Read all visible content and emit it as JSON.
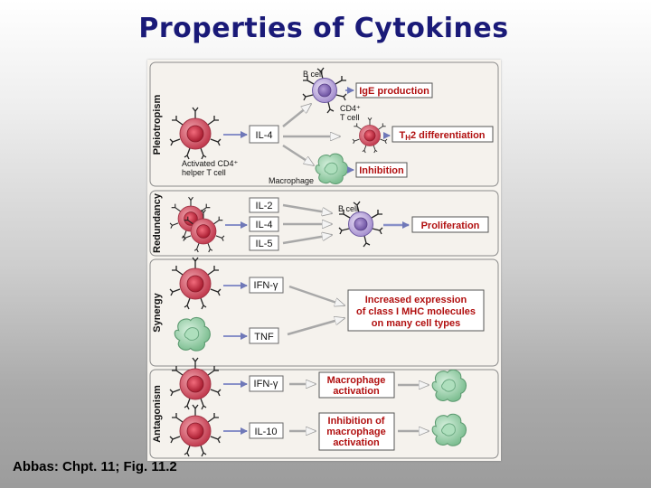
{
  "title": "Properties of Cytokines",
  "caption": "Abbas: Chpt. 11; Fig. 11.2",
  "sections": {
    "pleiotropism": {
      "label": "Pleiotropism",
      "source_label_line1": "Activated CD4⁺",
      "source_label_line2": "helper T cell",
      "cytokine": "IL-4",
      "target_b_cell": "B cell",
      "target_t_cell_line1": "CD4⁺",
      "target_t_cell_line2": "T cell",
      "target_macrophage": "Macrophage",
      "result_ige": "IgE production",
      "result_th2_pre": "T",
      "result_th2_sub": "H",
      "result_th2_post": "2 differentiation",
      "result_inhibition": "Inhibition"
    },
    "redundancy": {
      "label": "Redundancy",
      "cytokines": [
        "IL-2",
        "IL-4",
        "IL-5"
      ],
      "target_b_cell": "B cell",
      "result": "Proliferation"
    },
    "synergy": {
      "label": "Synergy",
      "cytokine_1": "IFN-γ",
      "cytokine_2": "TNF",
      "result_lines": [
        "Increased expression",
        "of class I MHC molecules",
        "on many cell types"
      ]
    },
    "antagonism": {
      "label": "Antagonism",
      "cytokine_1": "IFN-γ",
      "cytokine_2": "IL-10",
      "result_1_lines": [
        "Macrophage",
        "activation"
      ],
      "result_2_lines": [
        "Inhibition of",
        "macrophage",
        "activation"
      ]
    }
  },
  "colors": {
    "title": "#1a1a78",
    "result_text": "#b11010",
    "blue_arrow": "#8890c8",
    "t_cell": "#d9596a",
    "b_cell": "#b8a6d8",
    "macrophage": "#9fd0ae"
  }
}
